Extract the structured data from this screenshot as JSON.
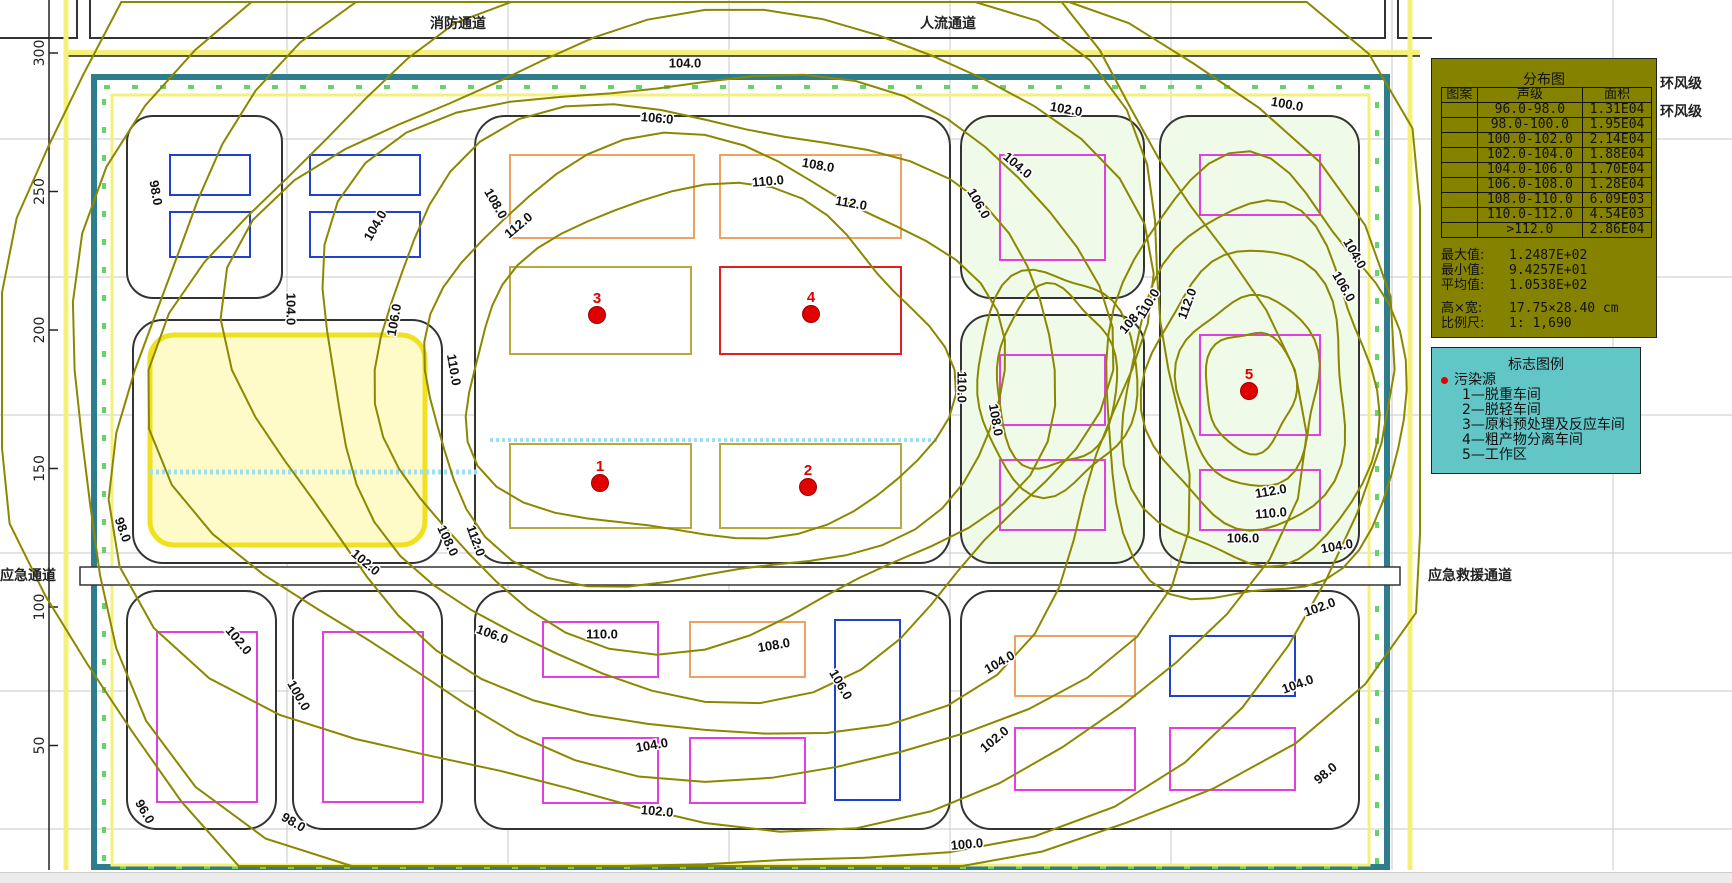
{
  "roads": {
    "top_left": "消防通道",
    "top_right": "人流通道",
    "left": "应急通道",
    "right": "应急救援通道",
    "top_right_edge": [
      "环风级",
      "环风级"
    ]
  },
  "axis": {
    "y_ticks": [
      "300",
      "250",
      "200",
      "150",
      "100",
      "50"
    ]
  },
  "contour_labels": [
    "104.0",
    "106.0",
    "108.0",
    "110.0",
    "112.0",
    "108.0",
    "112.0",
    "98.0",
    "104.0",
    "104.0",
    "106.0",
    "110.0",
    "112.0",
    "108.0",
    "102.0",
    "98.0",
    "110.0",
    "108.0",
    "106.0",
    "104.0",
    "102.0",
    "100.0",
    "104.0",
    "106.0",
    "108.0",
    "110.0",
    "112.0",
    "112.0",
    "110.0",
    "106.0",
    "104.0",
    "102.0",
    "104.0",
    "98.0",
    "104.0",
    "102.0",
    "100.0",
    "110.0",
    "108.0",
    "106.0",
    "106.0",
    "102.0",
    "104.0",
    "100.0",
    "102.0",
    "98.0",
    "96.0"
  ],
  "sources": [
    {
      "id": "1",
      "name": "脱重车间"
    },
    {
      "id": "2",
      "name": "脱轻车间"
    },
    {
      "id": "3",
      "name": "原料预处理及反应车间"
    },
    {
      "id": "4",
      "name": "粗产物分离车间"
    },
    {
      "id": "5",
      "name": "工作区"
    }
  ],
  "distribution_legend": {
    "title": "分布图",
    "headers": [
      "图案",
      "声级",
      "面积"
    ],
    "rows": [
      {
        "level": "96.0-98.0",
        "area": "1.31E04"
      },
      {
        "level": "98.0-100.0",
        "area": "1.95E04"
      },
      {
        "level": "100.0-102.0",
        "area": "2.14E04"
      },
      {
        "level": "102.0-104.0",
        "area": "1.88E04"
      },
      {
        "level": "104.0-106.0",
        "area": "1.70E04"
      },
      {
        "level": "106.0-108.0",
        "area": "1.28E04"
      },
      {
        "level": "108.0-110.0",
        "area": "6.09E03"
      },
      {
        "level": "110.0-112.0",
        "area": "4.54E03"
      },
      {
        "level": ">112.0",
        "area": "2.86E04"
      }
    ],
    "max_label": "最大值:",
    "max_value": "1.2487E+02",
    "min_label": "最小值:",
    "min_value": "9.4257E+01",
    "avg_label": "平均值:",
    "avg_value": "1.0538E+02",
    "size_label": "高×宽:",
    "size_value": "17.75×28.40 cm",
    "scale_label": "比例尺:",
    "scale_value": "1: 1,690"
  },
  "mark_legend": {
    "title": "标志图例",
    "source_label": "污染源",
    "items": [
      "1—脱重车间",
      "2—脱轻车间",
      "3—原料预处理及反应车间",
      "4—粗产物分离车间",
      "5—工作区"
    ]
  },
  "colors": {
    "contour": "#8b8800",
    "source": "#e00000",
    "distribution_bg": "#858200",
    "mark_legend_bg": "#62c6c7",
    "border_teal": "#2e7d8c"
  }
}
